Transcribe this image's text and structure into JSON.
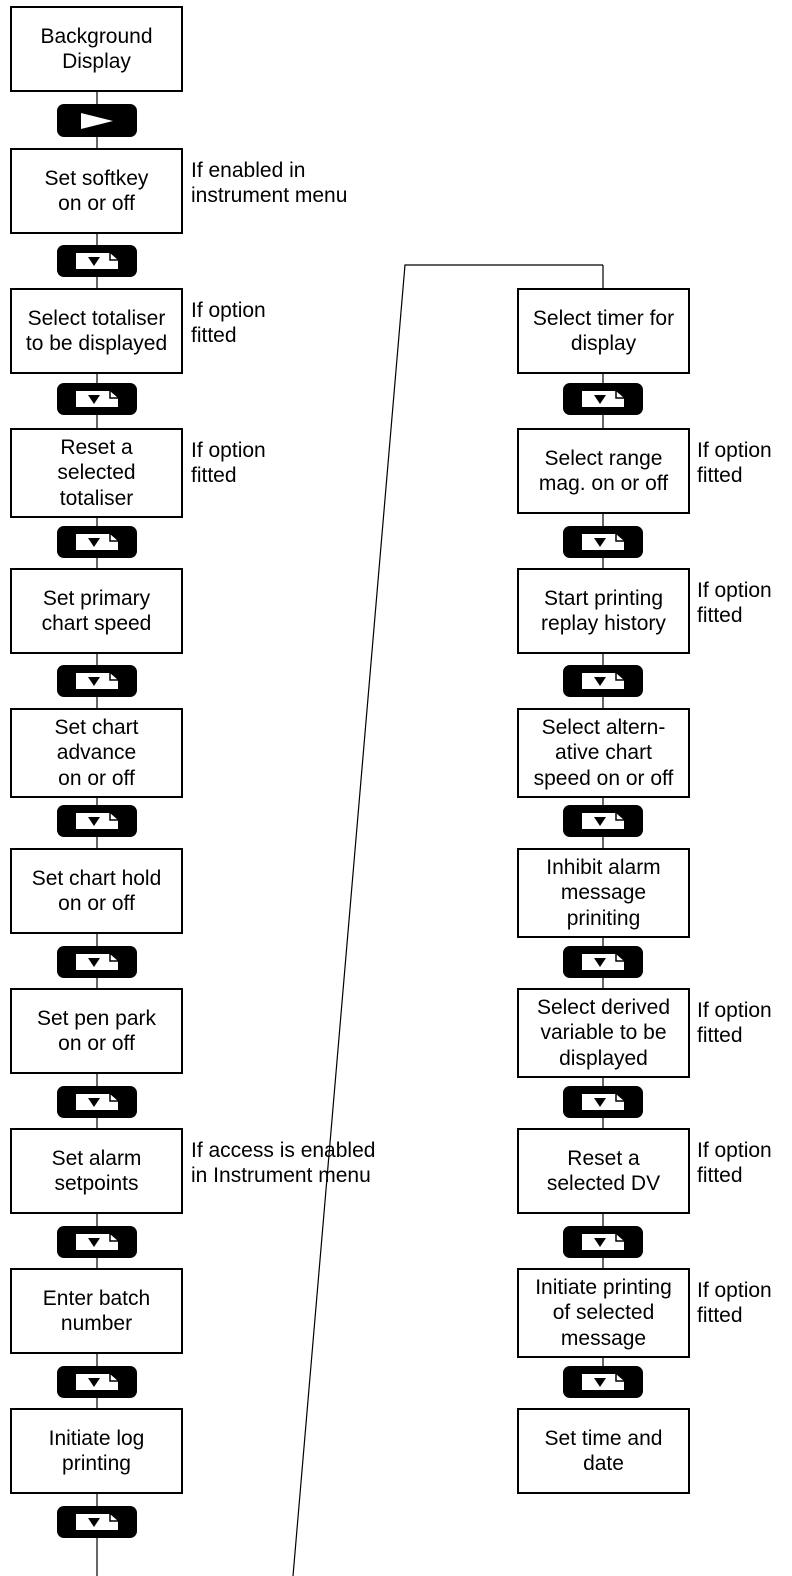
{
  "start": {
    "label": "Background\nDisplay",
    "key_icon": "right-arrow-key-icon"
  },
  "left_column": [
    {
      "label": "Set softkey\non or off",
      "note": "If enabled in\ninstrument menu"
    },
    {
      "label": "Select totaliser\nto be displayed",
      "note": "If option\nfitted"
    },
    {
      "label": "Reset a\nselected\ntotaliser",
      "note": "If option\nfitted"
    },
    {
      "label": "Set primary\nchart speed",
      "note": ""
    },
    {
      "label": "Set chart\nadvance\non or off",
      "note": ""
    },
    {
      "label": "Set chart hold\non or off",
      "note": ""
    },
    {
      "label": "Set pen park\non or off",
      "note": ""
    },
    {
      "label": "Set alarm\nsetpoints",
      "note": "If access is enabled\nin Instrument menu"
    },
    {
      "label": "Enter batch\nnumber",
      "note": ""
    },
    {
      "label": "Initiate log\nprinting",
      "note": ""
    }
  ],
  "right_column": [
    {
      "label": "Select timer for\ndisplay",
      "note": ""
    },
    {
      "label": "Select range\nmag. on or off",
      "note": "If option\nfitted"
    },
    {
      "label": "Start printing\nreplay history",
      "note": "If option\nfitted"
    },
    {
      "label": "Select altern-\native chart\nspeed on or off",
      "note": ""
    },
    {
      "label": "Inhibit alarm\nmessage\npriniting",
      "note": ""
    },
    {
      "label": "Select derived\nvariable to be\ndisplayed",
      "note": "If option\nfitted"
    },
    {
      "label": "Reset a\nselected DV",
      "note": "If option\nfitted"
    },
    {
      "label": "Initiate printing\nof selected\nmessage",
      "note": "If option\nfitted"
    },
    {
      "label": "Set time and\ndate",
      "note": ""
    }
  ],
  "advance_key_icon": "down-arrow-page-key-icon"
}
